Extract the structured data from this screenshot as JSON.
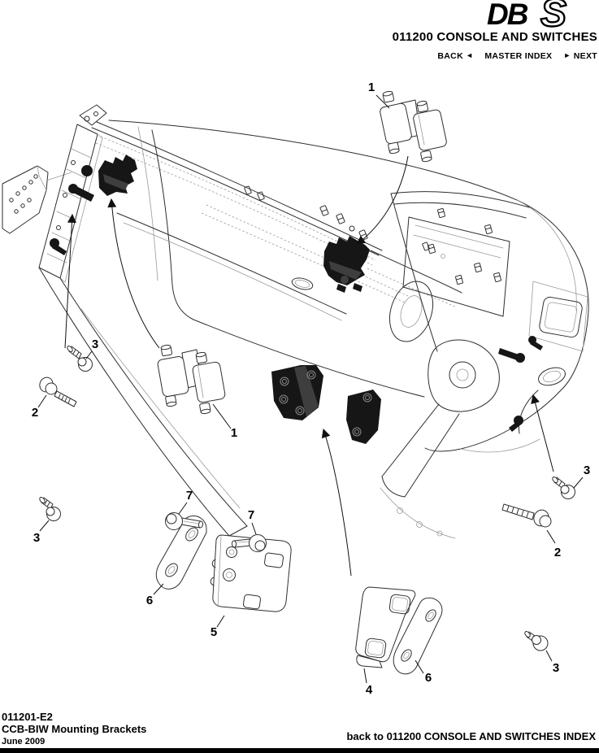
{
  "header": {
    "logo_db": "DB",
    "logo_s": "S",
    "title": "011200 CONSOLE AND SWITCHES",
    "nav_back": "BACK",
    "nav_back_arrow": "◄",
    "nav_master": "MASTER INDEX",
    "nav_next_arrow": "►",
    "nav_next": "NEXT"
  },
  "diagram": {
    "callouts": [
      "1",
      "1",
      "2",
      "3",
      "3",
      "2",
      "3",
      "3",
      "4",
      "5",
      "6",
      "6",
      "7",
      "7"
    ]
  },
  "footer": {
    "doc_number": "011201-E2",
    "doc_title": "CCB-BIW Mounting Brackets",
    "date": "June 2009",
    "back_link": "back to 011200 CONSOLE AND SWITCHES INDEX"
  }
}
